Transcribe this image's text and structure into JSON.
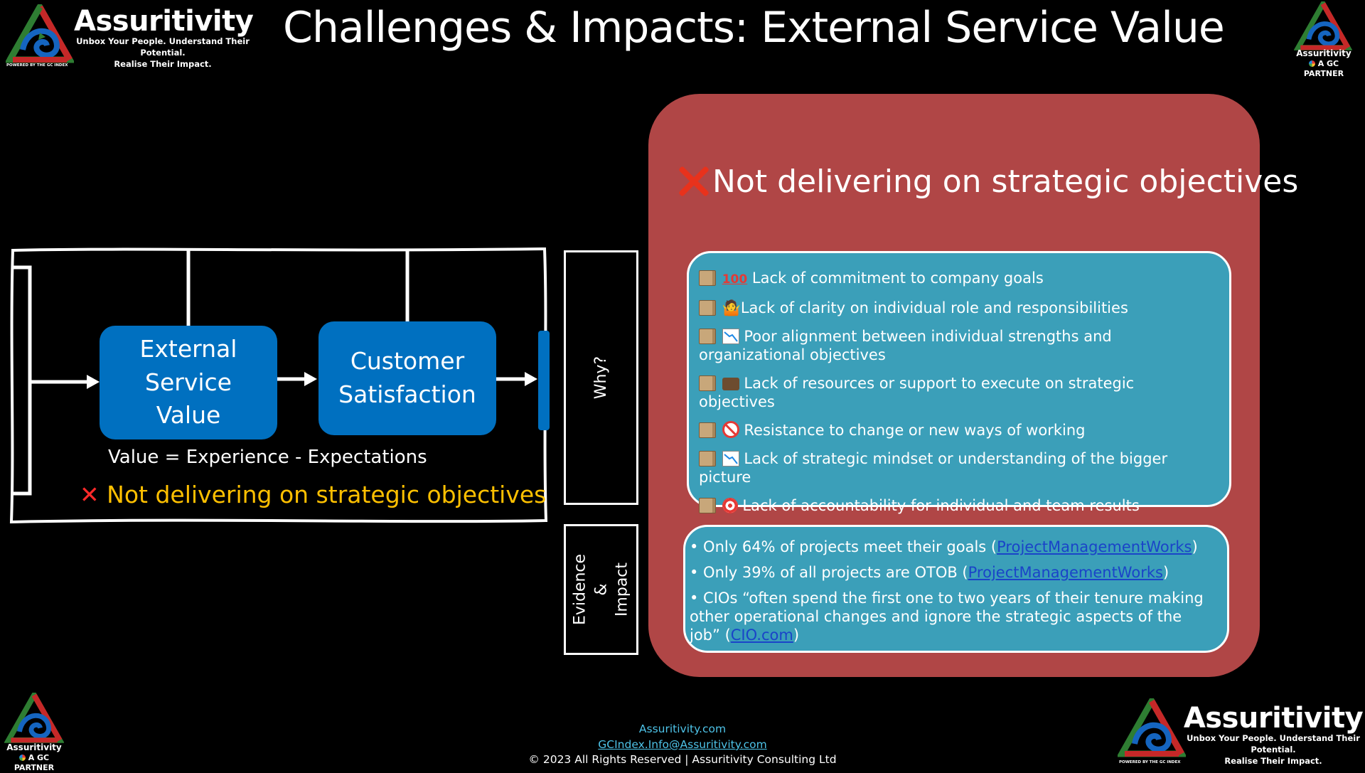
{
  "title": "Challenges & Impacts: External Service Value",
  "brand": {
    "name": "Assuritivity",
    "tagline_line1": "Unbox Your People. Understand Their Potential.",
    "tagline_line2": "Realise Their Impact.",
    "powered_by": "POWERED BY THE GC INDEX",
    "small_name": "Assuritivity",
    "partner": "A GC PARTNER"
  },
  "diagram": {
    "box1": "External Service Value",
    "box2": "Customer Satisfaction",
    "equation": "Value = Experience - Expectations",
    "warning": "Not delivering on strategic objectives",
    "why_label": "Why?",
    "evidence_label": "Evidence & Impact"
  },
  "panel": {
    "heading": "Not delivering on strategic objectives",
    "reasons": [
      "Lack of commitment to company goals",
      "Lack of clarity on individual role and responsibilities",
      "Poor alignment between individual strengths and organizational objectives",
      "Lack of resources or support to execute on strategic objectives",
      "Resistance to change or new ways of working",
      "Lack of strategic mindset or understanding of the bigger picture",
      "Lack of accountability for individual and team results"
    ],
    "evidence": [
      {
        "pre": "• Only 64% of projects meet their goals (",
        "link": "ProjectManagementWorks",
        "post": ")"
      },
      {
        "pre": "• Only 39% of all projects are OTOB (",
        "link": "ProjectManagementWorks",
        "post": ")"
      },
      {
        "pre": "• CIOs “often spend the first one to two years of their tenure making other operational changes and ignore the strategic aspects of the job” (",
        "link": "CIO.com",
        "post": ")"
      }
    ]
  },
  "footer": {
    "website": "Assuritivity.com",
    "email": "GCIndex.Info@Assuritivity.com",
    "copyright": "© 2023 All Rights Reserved | Assuritivity Consulting Ltd"
  },
  "colors": {
    "panel_red": "#b04646",
    "teal": "#3b9fb9",
    "flow_blue": "#0070c0",
    "warning_yellow": "#ffc000",
    "link_blue": "#1a44c8",
    "footer_cyan": "#4ec3e8"
  }
}
